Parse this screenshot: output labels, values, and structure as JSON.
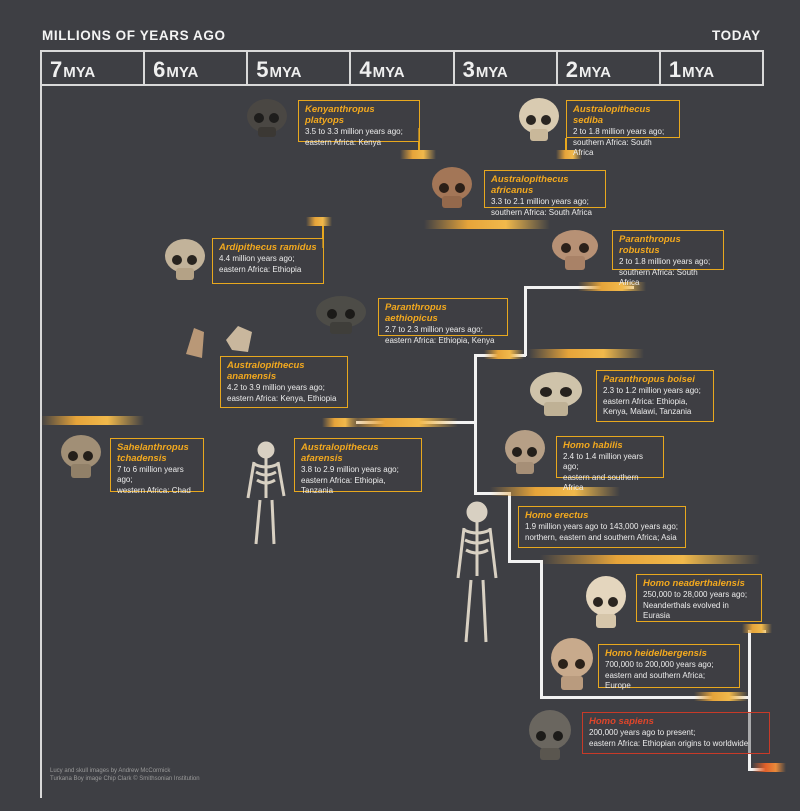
{
  "header": {
    "title": "MILLIONS OF YEARS AGO",
    "right_label": "TODAY"
  },
  "timescale": [
    {
      "num": "7",
      "unit": "MYA"
    },
    {
      "num": "6",
      "unit": "MYA"
    },
    {
      "num": "5",
      "unit": "MYA"
    },
    {
      "num": "4",
      "unit": "MYA"
    },
    {
      "num": "3",
      "unit": "MYA"
    },
    {
      "num": "2",
      "unit": "MYA"
    },
    {
      "num": "1",
      "unit": "MYA"
    }
  ],
  "species": [
    {
      "name": "Kenyanthropus platyops",
      "range": "3.5 to 3.3 million years ago;",
      "place": "eastern Africa: Kenya"
    },
    {
      "name": "Australopithecus sediba",
      "range": "2 to 1.8 million years ago;",
      "place": "southern Africa: South Africa"
    },
    {
      "name": "Australopithecus africanus",
      "range": "3.3 to 2.1 million years ago;",
      "place": "southern Africa: South Africa"
    },
    {
      "name": "Ardipithecus ramidus",
      "range": "4.4 million years ago;",
      "place": "eastern Africa: Ethiopia"
    },
    {
      "name": "Paranthropus robustus",
      "range": "2 to 1.8 million years ago;",
      "place": "southern Africa: South Africa"
    },
    {
      "name": "Paranthropus aethiopicus",
      "range": "2.7 to 2.3 million years ago;",
      "place": "eastern Africa: Ethiopia, Kenya"
    },
    {
      "name": "Australopithecus anamensis",
      "range": "4.2 to 3.9 million years ago;",
      "place": "eastern Africa: Kenya, Ethiopia"
    },
    {
      "name": "Paranthropus boisei",
      "range": "2.3 to 1.2 million years ago;",
      "place": "eastern Africa: Ethiopia, Kenya, Malawi, Tanzania"
    },
    {
      "name": "Sahelanthropus tchadensis",
      "range": "7 to 6 million years ago;",
      "place": "western Africa: Chad"
    },
    {
      "name": "Australopithecus afarensis",
      "range": "3.8 to 2.9 million years ago;",
      "place": "eastern Africa: Ethiopia, Tanzania"
    },
    {
      "name": "Homo habilis",
      "range": "2.4 to 1.4 million years ago;",
      "place": "eastern and southern Africa"
    },
    {
      "name": "Homo erectus",
      "range": "1.9 million years ago to 143,000 years ago;",
      "place": "northern, eastern and southern Africa; Asia"
    },
    {
      "name": "Homo neaderthalensis",
      "range": "250,000 to 28,000 years ago;",
      "place": "Neanderthals evolved in Eurasia"
    },
    {
      "name": "Homo heidelbergensis",
      "range": "700,000 to 200,000 years ago;",
      "place": "eastern and southern Africa; Europe"
    },
    {
      "name": "Homo sapiens",
      "range": "200,000 years ago to present;",
      "place": "eastern Africa: Ethiopian origins to worldwide"
    }
  ],
  "credit": [
    "Lucy and skull images by Andrew McCormick",
    "Turkana Boy image Chip Clark © Smithsonian Institution"
  ],
  "colors": {
    "background": "#3e3f44",
    "accent": "#f3a91e",
    "line": "#f2f2f2",
    "sapiens": "#e0452a"
  }
}
